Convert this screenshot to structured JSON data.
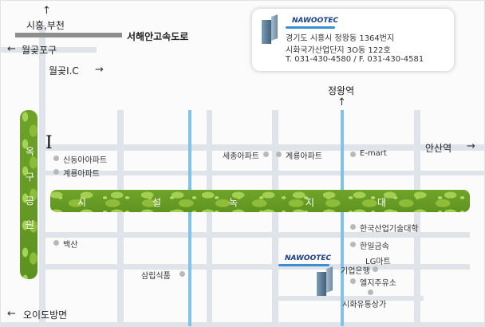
{
  "directions": {
    "siheung_bucheon": "시흥,부천",
    "expressway": "서해안고속도로",
    "wolgot_port": "월곶포구",
    "wolgot_ic": "월곶I.C",
    "jeongwang_station": "정왕역",
    "ansan_station": "안산역",
    "oido": "오이도방면"
  },
  "park": {
    "vertical_chars": [
      "옥",
      "구",
      "공",
      "원"
    ],
    "band_chars": [
      "시",
      "설",
      "녹",
      "지",
      "대"
    ]
  },
  "landmarks": {
    "sindong_apt": "신동아아파트",
    "gyeryong_apt_left": "계룡아파트",
    "sejong_apt": "세종아파트",
    "gyeryong_apt_mid": "계룡아파트",
    "emart": "E-mart",
    "korea_poly": "한국산업기술대학",
    "hanil": "한일금속",
    "baeksan": "백산",
    "samrip": "삼립식품",
    "lg_mart": "LG마트",
    "industrial_bank": "기업은행",
    "sk_gas": "엘지주유소",
    "sihwa_mall": "시화유통상가"
  },
  "company": {
    "logo_text": "NAWOOTEC",
    "address_line1": "경기도 시흥시 정왕동 1364번지",
    "address_line2": "시화국가산업단지 3O동 122호",
    "address_line3": "T. 031-430-4580 / F. 031-430-4581",
    "marker_logo_text": "NAWOOTEC"
  },
  "icons": {
    "arrow_up": "↑",
    "arrow_left": "←",
    "arrow_right": "→"
  },
  "colors": {
    "park_green": "#6fa32a",
    "river_blue": "#7fc2ea",
    "road_gray": "#dfe3ea",
    "expressway_gray": "#8e8e8e",
    "logo_blue": "#1b3f8f"
  }
}
